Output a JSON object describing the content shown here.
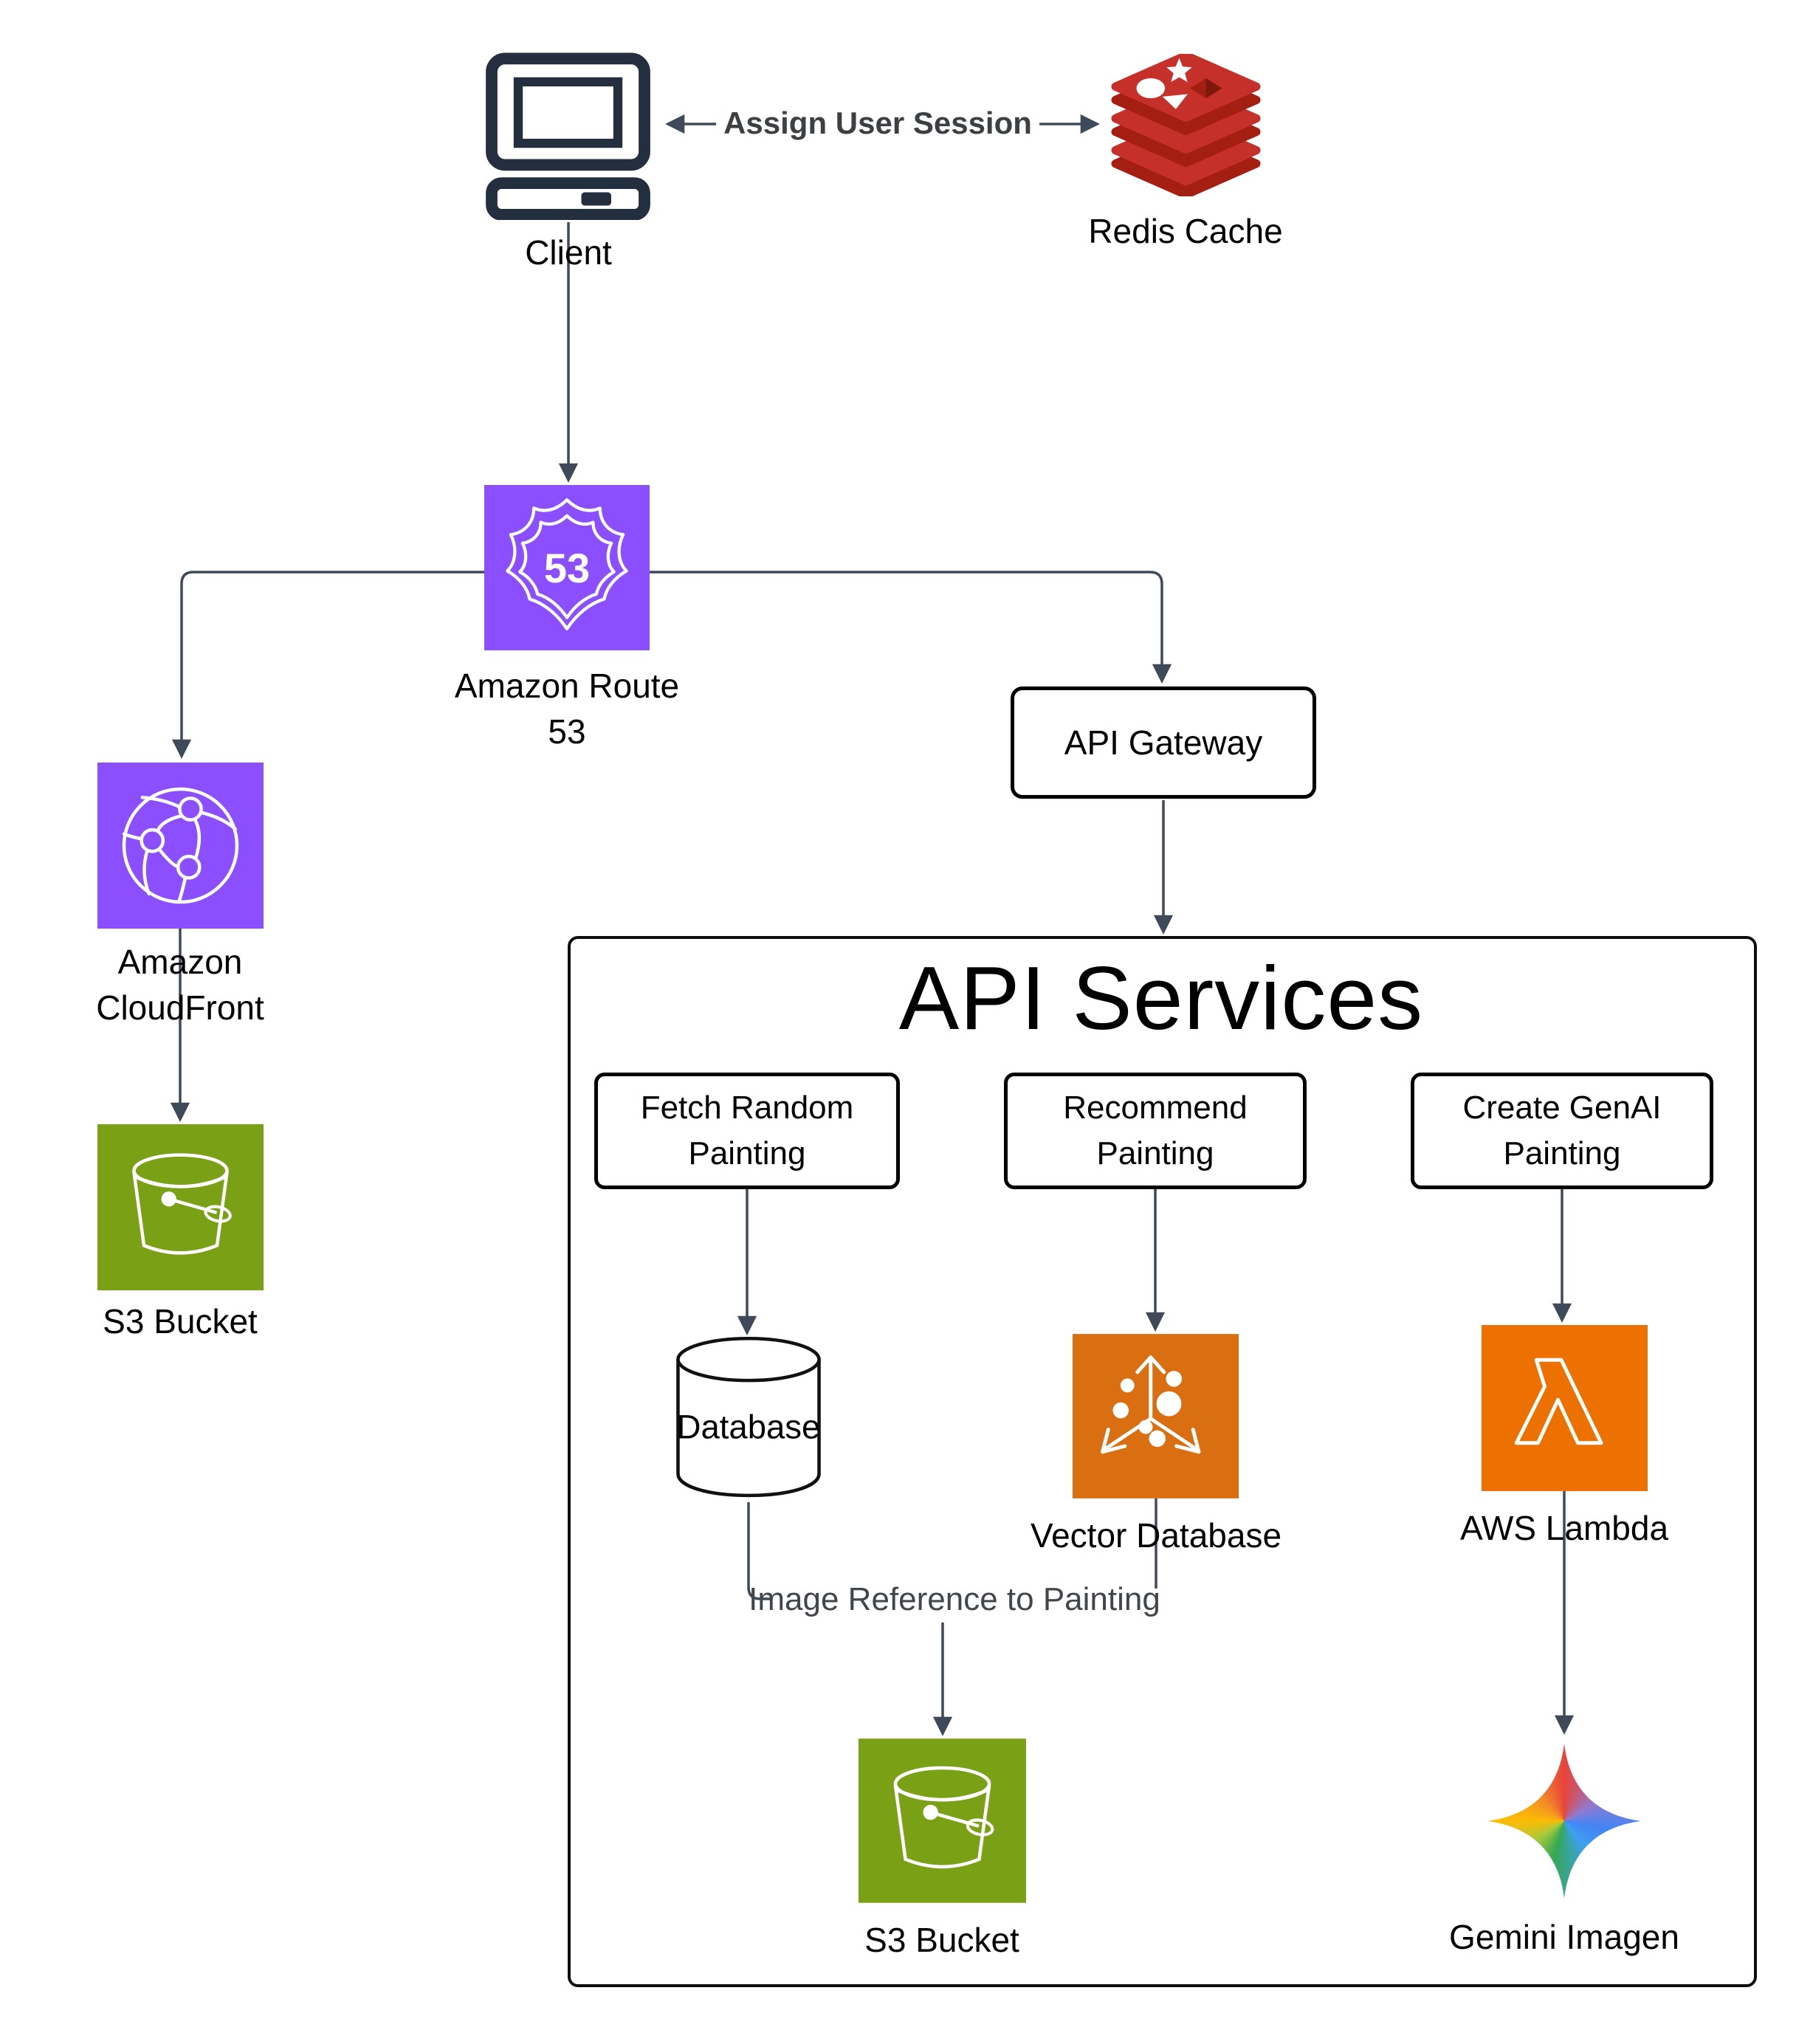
{
  "container": {
    "title": "API Services"
  },
  "nodes": {
    "client": {
      "label": "Client"
    },
    "redis_cache": {
      "label": "Redis Cache"
    },
    "route53": {
      "badge": "53",
      "label_line1": "Amazon Route",
      "label_line2": "53"
    },
    "cloudfront": {
      "label_line1": "Amazon",
      "label_line2": "CloudFront"
    },
    "s3_bucket_left": {
      "label": "S3 Bucket"
    },
    "api_gateway": {
      "label": "API Gateway"
    },
    "fetch_random_painting": {
      "label_line1": "Fetch Random",
      "label_line2": "Painting"
    },
    "recommend_painting": {
      "label_line1": "Recommend",
      "label_line2": "Painting"
    },
    "create_genai_painting": {
      "label_line1": "Create GenAI",
      "label_line2": "Painting"
    },
    "database": {
      "label": "Database"
    },
    "vector_database": {
      "label": "Vector Database"
    },
    "aws_lambda": {
      "label": "AWS Lambda"
    },
    "s3_bucket_inner": {
      "label": "S3 Bucket"
    },
    "gemini_imagen": {
      "label": "Gemini Imagen"
    }
  },
  "edge_labels": {
    "assign_user_session": "Assign User Session",
    "image_reference_to_painting": "Image Reference to Painting"
  },
  "colors": {
    "aws_purple": "#8C4FFF",
    "aws_green": "#7AA116",
    "lambda_orange": "#ED7100",
    "vector_orange": "#D96F10",
    "redis_red": "#C6302B",
    "redis_dark_red": "#A41E11",
    "client_ink": "#232F3E",
    "connector": "#3E4A59",
    "edge_label_gray": "#3C4043",
    "gemini_red": "#EA4335",
    "gemini_blue": "#4285F4",
    "gemini_green": "#34A853",
    "gemini_yellow": "#FBBC05"
  }
}
